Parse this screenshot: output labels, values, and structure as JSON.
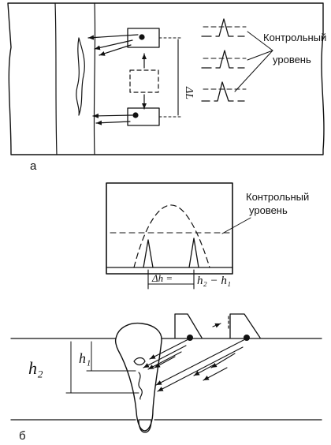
{
  "top_panel": {
    "label": "а",
    "control_label_line1": "Контрольный",
    "control_label_line2": "уровень",
    "delta_label": "ΔL"
  },
  "scope_panel": {
    "control_label_line1": "Контрольный",
    "control_label_line2": "уровень",
    "formula_lhs": "Δh =",
    "formula_rhs": "h₂ − h₁"
  },
  "bottom_panel": {
    "label": "б",
    "h1_label": "h₁",
    "h2_label": "h₂"
  }
}
